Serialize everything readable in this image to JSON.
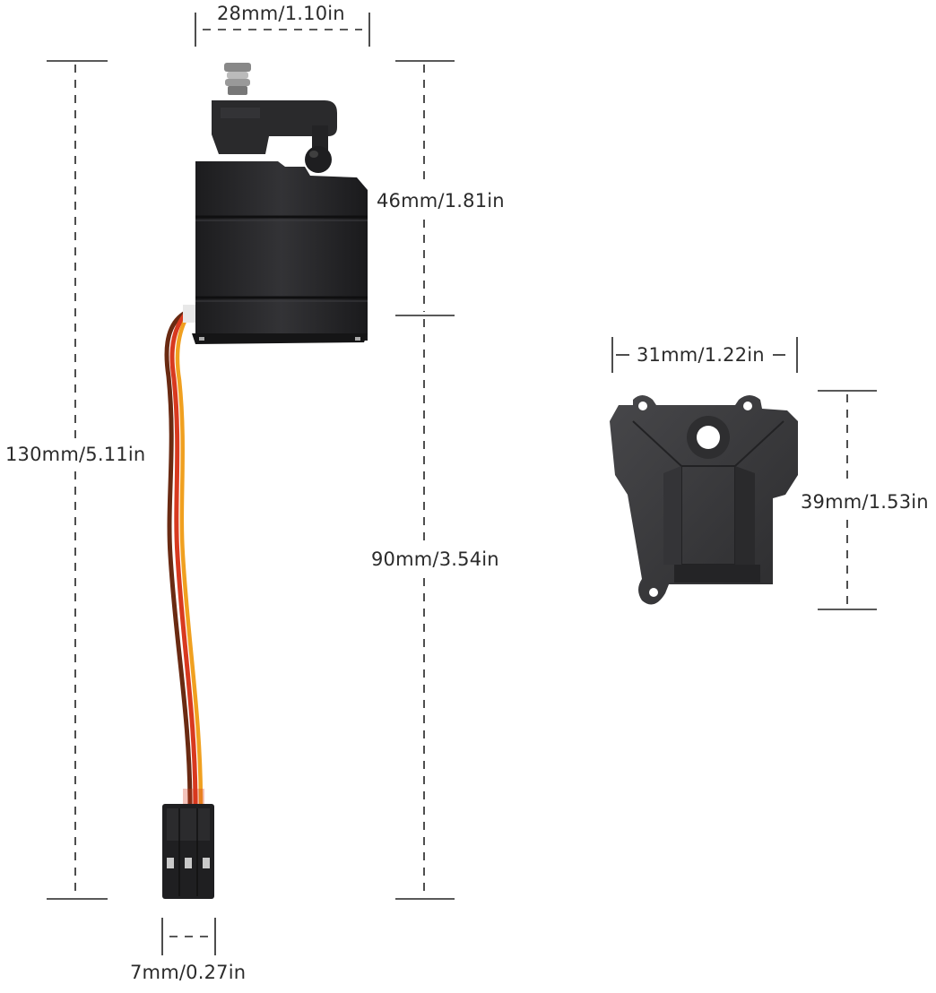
{
  "dimensions": {
    "servo_width": "28mm/1.10in",
    "servo_body_height": "46mm/1.81in",
    "total_length": "130mm/5.11in",
    "cable_length": "90mm/3.54in",
    "connector_width": "7mm/0.27in",
    "mount_width": "31mm/1.22in",
    "mount_height": "39mm/1.53in"
  },
  "colors": {
    "plastic": "#2a2a2c",
    "mount_plastic": "#3a3a3c",
    "wire_red": "#d8391f",
    "wire_orange": "#f0a020",
    "wire_brown": "#6a2a12",
    "dimension_line": "#222222"
  }
}
